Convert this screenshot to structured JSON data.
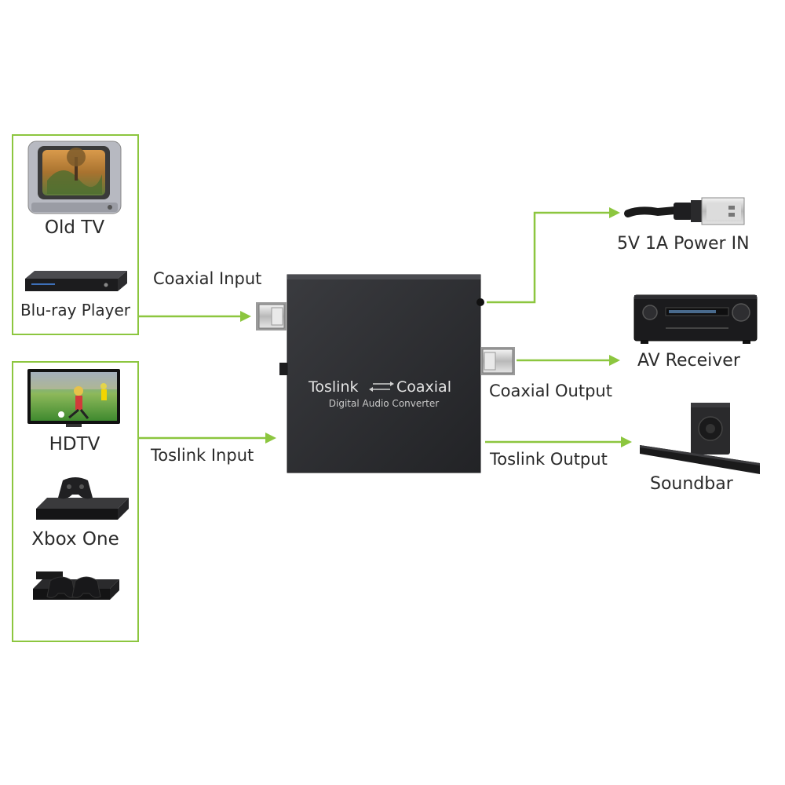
{
  "devices": {
    "old_tv": "Old TV",
    "bluray": "Blu-ray Player",
    "hdtv": "HDTV",
    "xbox": "Xbox One",
    "power": "5V 1A Power IN",
    "av_receiver": "AV Receiver",
    "soundbar": "Soundbar"
  },
  "ports": {
    "coax_in": "Coaxial Input",
    "toslink_in": "Toslink Input",
    "coax_out": "Coaxial Output",
    "toslink_out": "Toslink Output"
  },
  "converter": {
    "left": "Toslink",
    "right": "Coaxial",
    "sub": "Digital Audio Converter"
  },
  "colors": {
    "accent": "#8cc63f",
    "device_body": "#2f3033"
  }
}
